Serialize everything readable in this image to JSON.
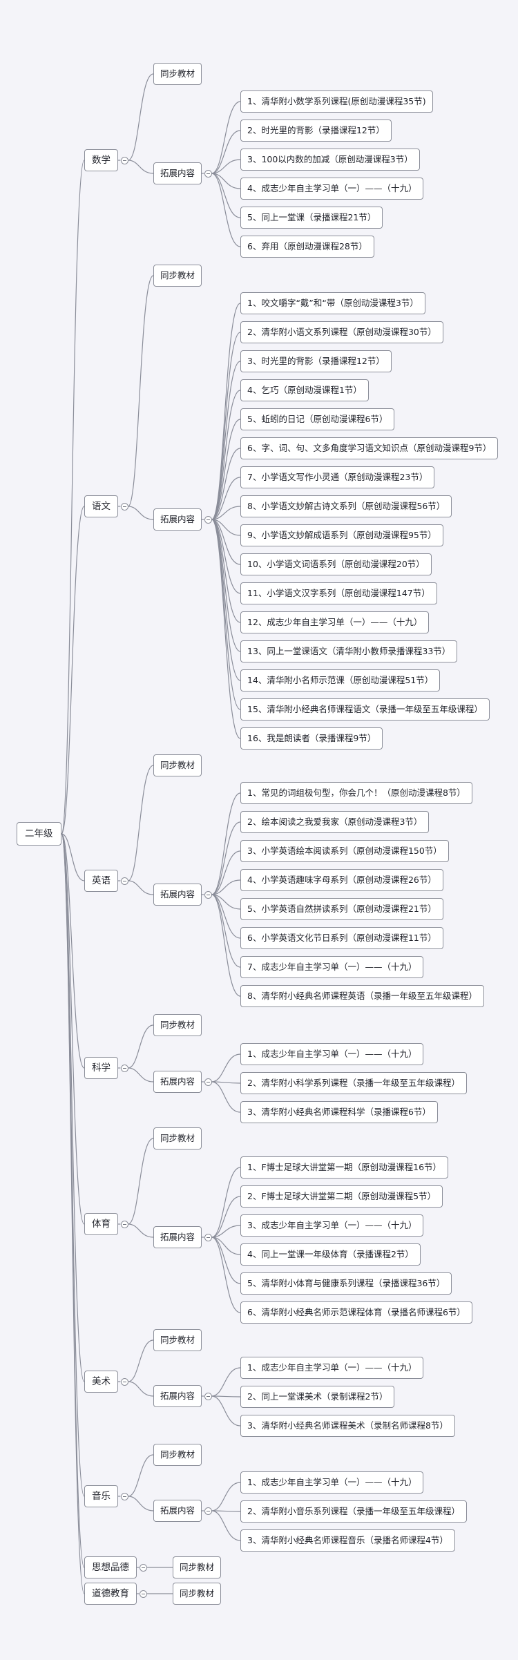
{
  "root": {
    "label": "二年级"
  },
  "subjects": [
    {
      "label": "数学",
      "children": [
        {
          "label": "同步教材"
        },
        {
          "label": "拓展内容",
          "items": [
            "1、清华附小数学系列课程(原创动漫课程35节)",
            "2、时光里的背影（录播课程12节）",
            "3、100以内数的加减（原创动漫课程3节）",
            "4、成志少年自主学习单（一）——（十九）",
            "5、同上一堂课（录播课程21节）",
            "6、弃用（原创动漫课程28节）"
          ]
        }
      ]
    },
    {
      "label": "语文",
      "children": [
        {
          "label": "同步教材"
        },
        {
          "label": "拓展内容",
          "items": [
            "1、咬文嚼字“戴”和“带（原创动漫课程3节）",
            "2、清华附小语文系列课程（原创动漫课程30节）",
            "3、时光里的背影（录播课程12节）",
            "4、乞巧（原创动漫课程1节）",
            "5、蚯蚓的日记（原创动漫课程6节）",
            "6、字、词、句、文多角度学习语文知识点（原创动漫课程9节）",
            "7、小学语文写作小灵通（原创动漫课程23节）",
            "8、小学语文妙解古诗文系列（原创动漫课程56节）",
            "9、小学语文妙解成语系列（原创动漫课程95节）",
            "10、小学语文词语系列（原创动漫课程20节）",
            "11、小学语文汉字系列（原创动漫课程147节）",
            "12、成志少年自主学习单（一）——（十九）",
            "13、同上一堂课语文（清华附小教师录播课程33节）",
            "14、清华附小名师示范课（原创动漫课程51节）",
            "15、清华附小经典名师课程语文（录播一年级至五年级课程）",
            "16、我是朗读者（录播课程9节）"
          ]
        }
      ]
    },
    {
      "label": "英语",
      "children": [
        {
          "label": "同步教材"
        },
        {
          "label": "拓展内容",
          "items": [
            "1、常见的词组极句型，你会几个！（原创动漫课程8节）",
            "2、绘本阅读之我爱我家（原创动漫课程3节）",
            "3、小学英语绘本阅读系列（原创动漫课程150节）",
            "4、小学英语趣味字母系列（原创动漫课程26节）",
            "5、小学英语自然拼读系列（原创动漫课程21节）",
            "6、小学英语文化节日系列（原创动漫课程11节）",
            "7、成志少年自主学习单（一）——（十九）",
            "8、清华附小经典名师课程英语（录播一年级至五年级课程）"
          ]
        }
      ]
    },
    {
      "label": "科学",
      "children": [
        {
          "label": "同步教材"
        },
        {
          "label": "拓展内容",
          "items": [
            "1、成志少年自主学习单（一）——（十九）",
            "2、清华附小科学系列课程（录播一年级至五年级课程）",
            "3、清华附小经典名师课程科学（录播课程6节）"
          ]
        }
      ]
    },
    {
      "label": "体育",
      "children": [
        {
          "label": "同步教材"
        },
        {
          "label": "拓展内容",
          "items": [
            "1、F博士足球大讲堂第一期（原创动漫课程16节）",
            "2、F博士足球大讲堂第二期（原创动漫课程5节）",
            "3、成志少年自主学习单（一）——（十九）",
            "4、同上一堂课一年级体育（录播课程2节）",
            "5、清华附小体育与健康系列课程（录播课程36节）",
            "6、清华附小经典名师示范课程体育（录播名师课程6节）"
          ]
        }
      ]
    },
    {
      "label": "美术",
      "children": [
        {
          "label": "同步教材"
        },
        {
          "label": "拓展内容",
          "items": [
            "1、成志少年自主学习单（一）——（十九）",
            "2、同上一堂课美术（录制课程2节）",
            "3、清华附小经典名师课程美术（录制名师课程8节）"
          ]
        }
      ]
    },
    {
      "label": "音乐",
      "children": [
        {
          "label": "同步教材"
        },
        {
          "label": "拓展内容",
          "items": [
            "1、成志少年自主学习单（一）——（十九）",
            "2、清华附小音乐系列课程（录播一年级至五年级课程）",
            "3、清华附小经典名师课程音乐（录播名师课程4节）"
          ]
        }
      ]
    },
    {
      "label": "思想品德",
      "children": [
        {
          "label": "同步教材"
        }
      ]
    },
    {
      "label": "道德教育",
      "children": [
        {
          "label": "同步教材"
        }
      ]
    }
  ]
}
